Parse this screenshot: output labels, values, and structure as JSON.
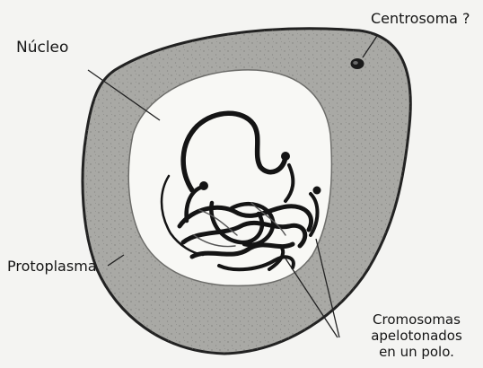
{
  "labels": {
    "nucleo": "Núcleo",
    "centrosoma": "Centrosoma ?",
    "protoplasma": "Protoplasma",
    "cromosomas": [
      "Cromosomas",
      "apelotonados",
      "en un polo."
    ]
  },
  "colors": {
    "background": "#f4f4f2",
    "protoplasm": "#a9a9a5",
    "nucleus": "#f8f8f5",
    "chromosome": "#141414",
    "ink": "#151515"
  }
}
